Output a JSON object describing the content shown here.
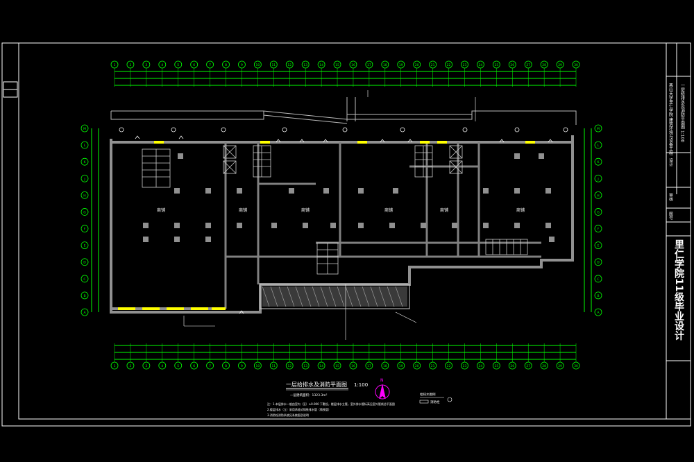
{
  "colors": {
    "background": "#000000",
    "frame": "#ffffff",
    "grid": "#00ff00",
    "walls": "#808080",
    "fixtures": "#ffff00",
    "annotation": "#ffffff",
    "compass": "#ff00ff"
  },
  "drawing": {
    "title": "一层给排水及消防平面图",
    "scale": "1:100",
    "subtitle": "一层建筑面积：1323.3m²",
    "notes": [
      "注：1.本层排水一般由室内（至）±0.000 下敷设，楼层排水立管，室外排水管标高见室外管线总平面图",
      "    2.楼层排水（立）采用承插式铸铁排水管（铸铁管）",
      "    3.消防栓消防系统见系统图及说明"
    ],
    "legend_label": "给排水图例",
    "legend_item": "消防栓",
    "compass_label": "N"
  },
  "title_block": {
    "project_name": "里仁学院11级毕业设计",
    "drawing_name": "一层给排水及消防平面图 1:100",
    "school": "燕山大学里仁学院 建筑环境与设备工程",
    "designer_label": "设计",
    "checker_label": "审核",
    "sheet_label": "图号"
  },
  "axes": {
    "top_labels": [
      "1",
      "2",
      "3",
      "4",
      "5",
      "6",
      "7",
      "8",
      "9",
      "10",
      "11",
      "12",
      "13",
      "14",
      "15",
      "16",
      "17",
      "18",
      "19",
      "20",
      "21",
      "22",
      "23",
      "24",
      "25",
      "26",
      "27",
      "28",
      "29",
      "30"
    ],
    "left_labels": [
      "M",
      "L",
      "K",
      "J",
      "H",
      "G",
      "F",
      "E",
      "D",
      "C",
      "B",
      "A"
    ],
    "right_labels": [
      "M",
      "L",
      "K",
      "J",
      "H",
      "G",
      "F",
      "E",
      "D",
      "C",
      "B",
      "A"
    ]
  },
  "room_labels": [
    "商铺",
    "商铺",
    "商铺",
    "商铺",
    "商铺",
    "商铺"
  ]
}
